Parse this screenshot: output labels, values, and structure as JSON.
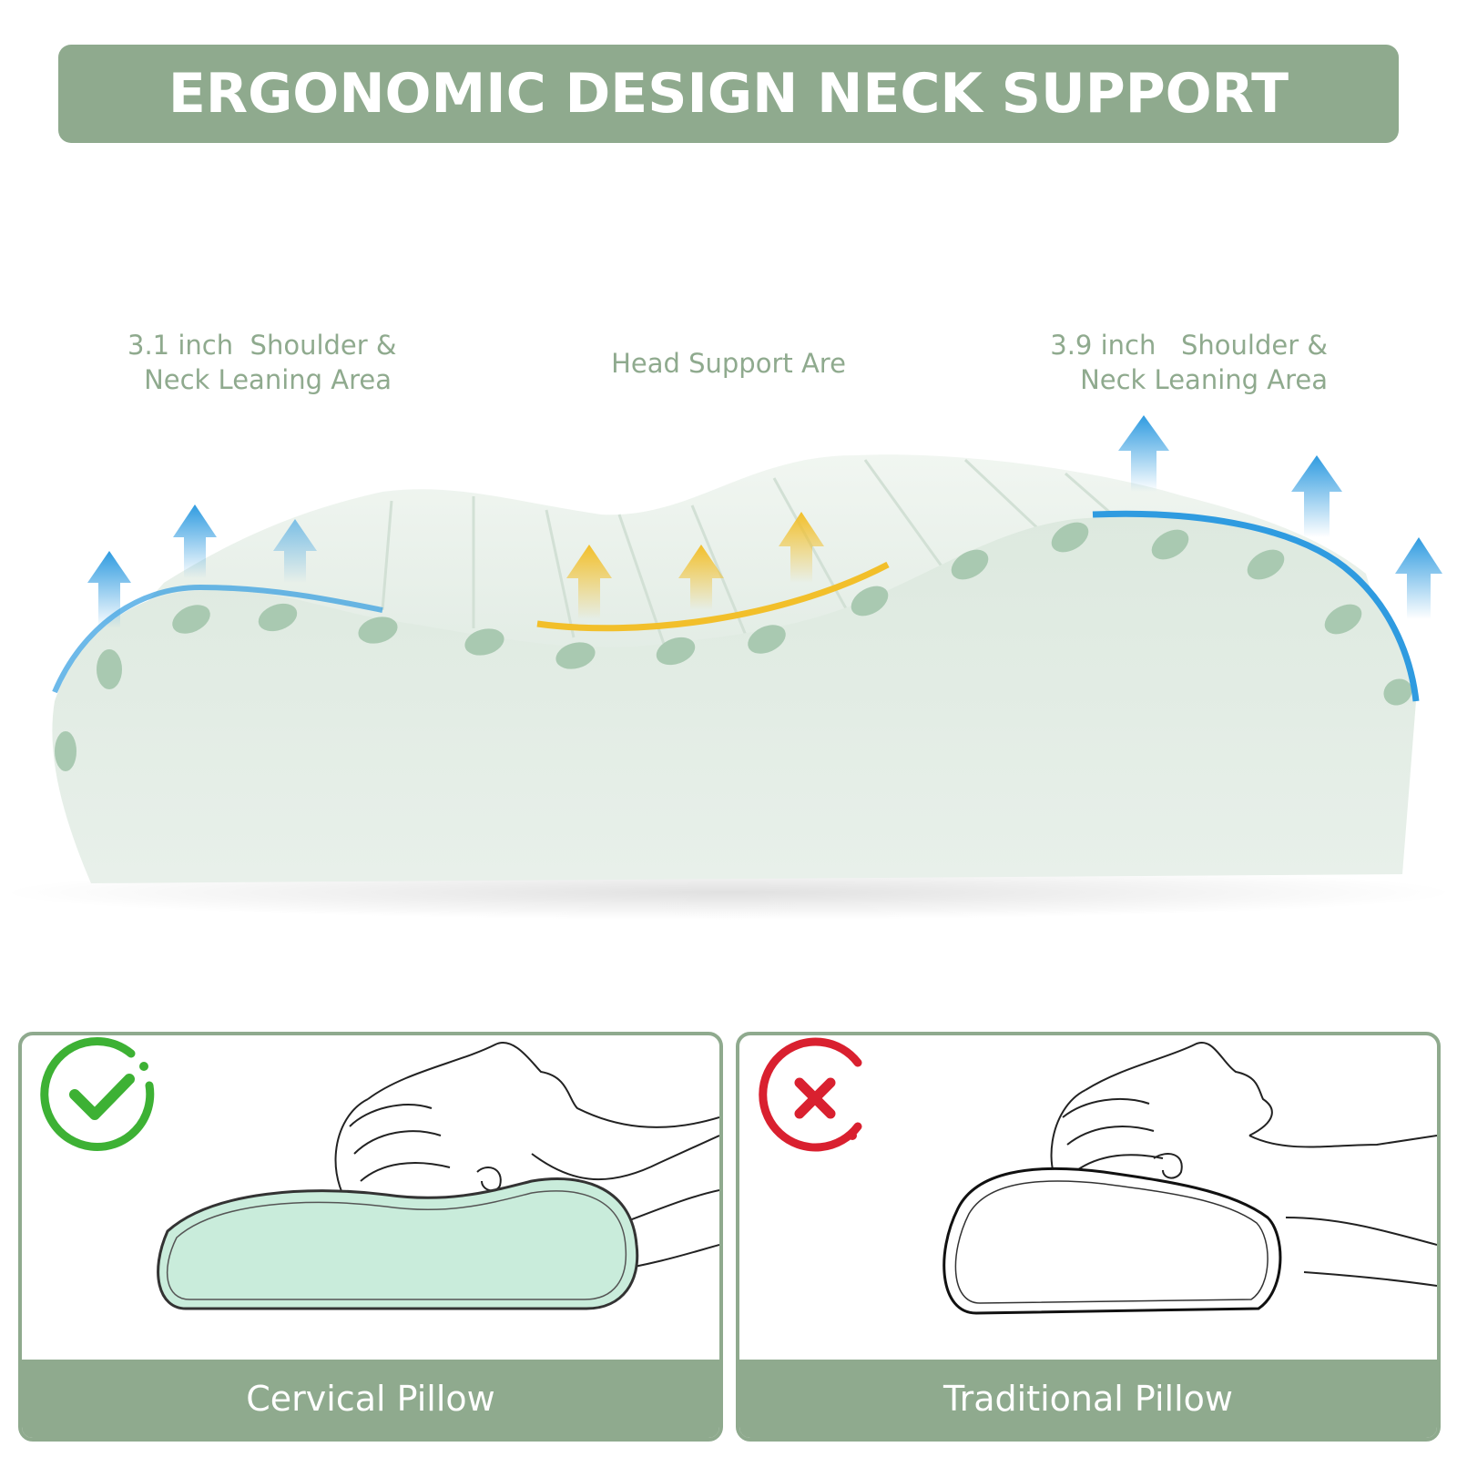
{
  "banner": {
    "title": "ERGONOMIC DESIGN NECK SUPPORT"
  },
  "labels": {
    "left": {
      "line1": "3.1 inch  Shoulder &",
      "line2": "Neck Leaning Area"
    },
    "middle": {
      "line1": "Head Support Are"
    },
    "right": {
      "line1": "3.9 inch   Shoulder &",
      "line2": "Neck Leaning Area"
    }
  },
  "comparison": {
    "good": {
      "caption": "Cervical Pillow",
      "icon": "check-circle-icon",
      "icon_color": "#3db134"
    },
    "bad": {
      "caption": "Traditional Pillow",
      "icon": "cross-circle-icon",
      "icon_color": "#d9202f"
    }
  },
  "colors": {
    "brand_green": "#8faa8e",
    "foam": "#e3efe6",
    "arrow_blue": "#2f9be0",
    "arrow_yellow": "#f2bf2a"
  }
}
